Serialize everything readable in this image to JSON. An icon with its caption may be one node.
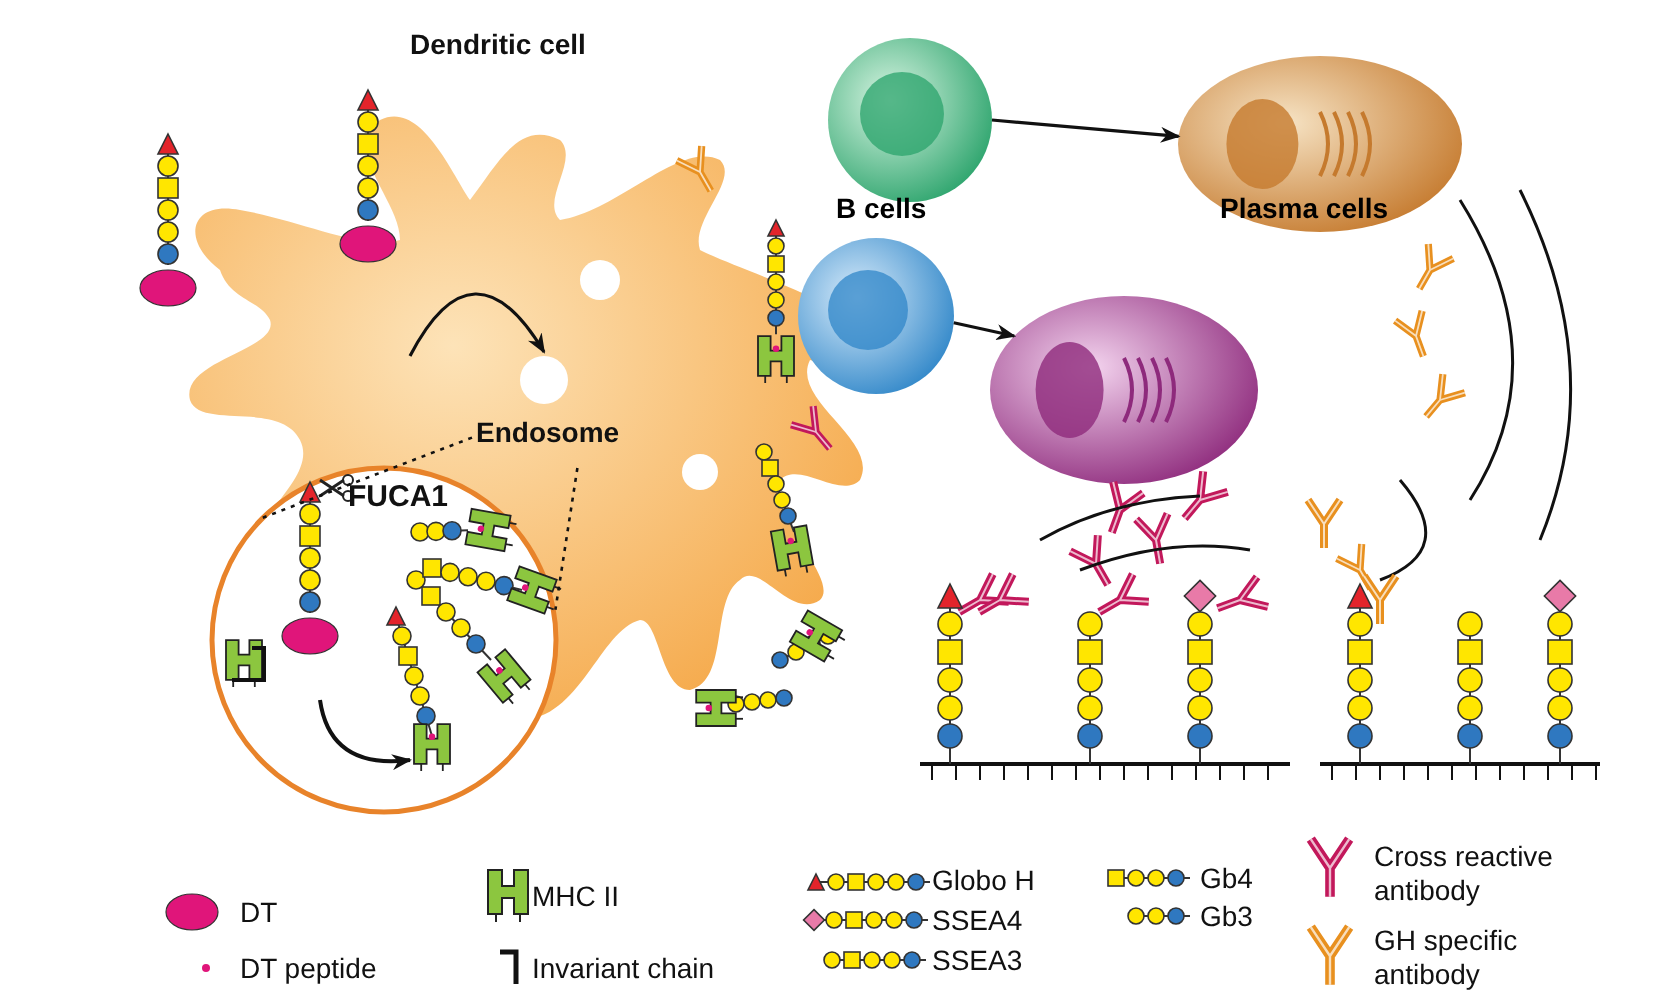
{
  "diagram": {
    "nodes": [
      {
        "text": [
          "Dendritic cell"
        ]
      },
      {
        "text": [
          "Endosome"
        ],
        "in": 0
      },
      {
        "text": [
          "FUCA1"
        ]
      },
      {
        "text": [],
        "shape": "circle"
      },
      {
        "text": [],
        "shape": "ellipse"
      },
      {
        "text": [],
        "shape": "circle"
      },
      {
        "text": [],
        "shape": "ellipse"
      }
    ],
    "edges": [
      {
        "from": null,
        "to": 1,
        "arrow": "to"
      },
      {
        "from": 1,
        "to": 2,
        "arrow": "none",
        "style": "dashed"
      },
      {
        "from": 1,
        "to": 2,
        "arrow": "none",
        "style": "dashed"
      },
      {
        "from": 3,
        "to": 4,
        "arrow": "to"
      },
      {
        "from": 5,
        "to": 6,
        "arrow": "to"
      }
    ],
    "labels": [
      "B cells",
      "Plasma cells"
    ],
    "legend": [
      {
        "text": "DT"
      },
      {
        "text": "DT peptide"
      },
      {
        "text": "MHC II"
      },
      {
        "text": "Invariant chain"
      },
      {
        "text": "Globo H"
      },
      {
        "text": "SSEA4"
      },
      {
        "text": "SSEA3"
      },
      {
        "text": "Gb4"
      },
      {
        "text": "Gb3"
      },
      {
        "text": "Cross reactive antibody"
      },
      {
        "text": "GH specific antibody"
      }
    ]
  }
}
